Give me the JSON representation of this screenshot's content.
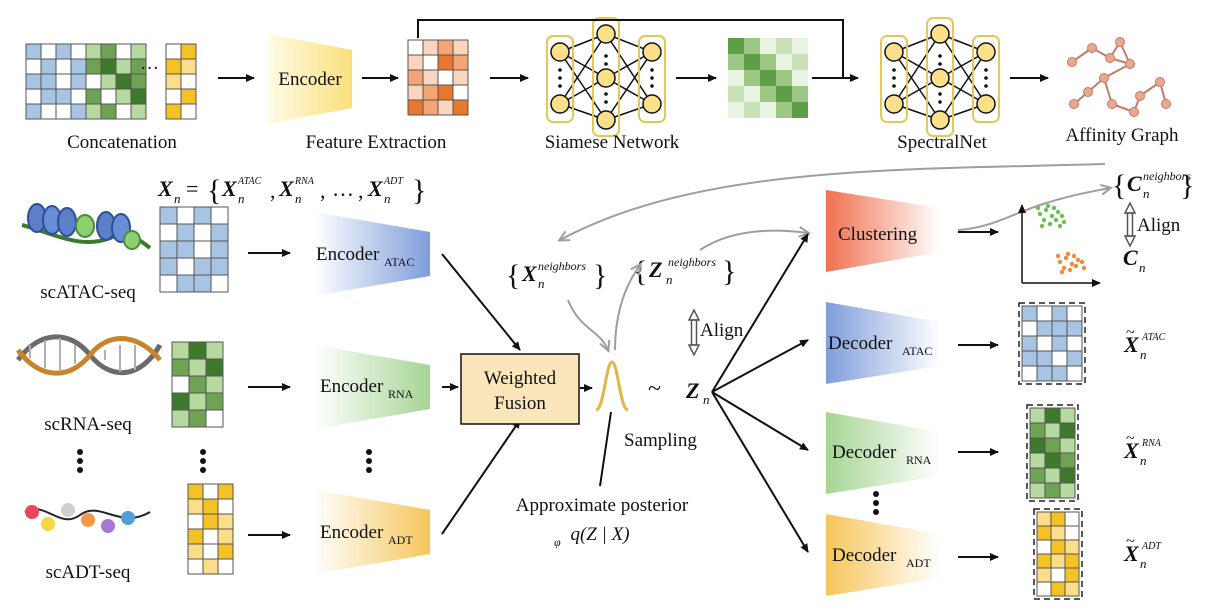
{
  "top_row": {
    "concatenation": "Concatenation",
    "encoder": "Encoder",
    "feature_extraction": "Feature Extraction",
    "siamese_network": "Siamese Network",
    "spectralnet": "SpectralNet",
    "affinity_graph": "Affinity Graph",
    "ellipsis": "···"
  },
  "formula": {
    "xn": "X",
    "xn_sub": "n",
    "eq": "=",
    "atac": "ATAC",
    "rna": "RNA",
    "adt": "ADT",
    "dots": "…"
  },
  "modalities": [
    {
      "name": "scATAC-seq",
      "encoder": "Encoder",
      "sub": "ATAC"
    },
    {
      "name": "scRNA-seq",
      "encoder": "Encoder",
      "sub": "RNA"
    },
    {
      "name": "scADT-seq",
      "encoder": "Encoder",
      "sub": "ADT"
    }
  ],
  "fusion": {
    "line1": "Weighted",
    "line2": "Fusion"
  },
  "latent": {
    "x_neighbors": "neighbors",
    "z_neighbors": "neighbors",
    "align": "Align",
    "tilde": "~",
    "zn": "Z",
    "zn_sub": "n",
    "sampling": "Sampling",
    "posterior_title": "Approximate posterior",
    "posterior_formula": "q(Z | X)",
    "phi": "φ"
  },
  "outputs": {
    "clustering": "Clustering",
    "c_neighbors": "neighbors",
    "align": "Align",
    "cn": "C",
    "cn_sub": "n",
    "decoders": [
      {
        "name": "Decoder",
        "sub": "ATAC",
        "out_sup": "ATAC"
      },
      {
        "name": "Decoder",
        "sub": "RNA",
        "out_sup": "RNA"
      },
      {
        "name": "Decoder",
        "sub": "ADT",
        "out_sup": "ADT"
      }
    ]
  },
  "colors": {
    "atac_blue": "#a7c4e2",
    "rna_green": "#6fa354",
    "adt_yellow": "#f4c224",
    "feature_orange": "#e8782e",
    "clustering_red": "#f08263",
    "fusion_fill": "#fbe6bb",
    "arrow_grey": "#9e9e9e"
  }
}
